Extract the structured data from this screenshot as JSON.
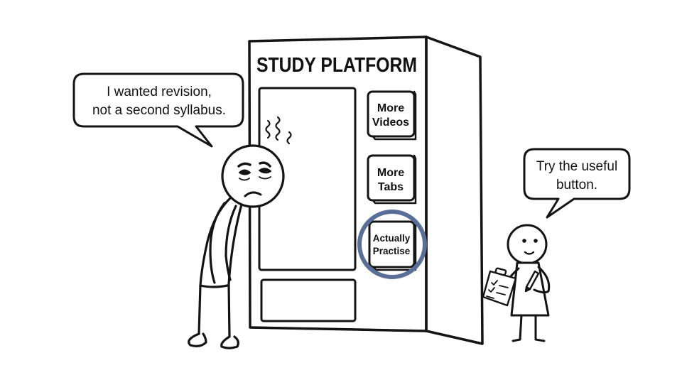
{
  "vending_machine": {
    "title": "STUDY PLATFORM",
    "buttons": [
      {
        "line1": "More",
        "line2": "Videos"
      },
      {
        "line1": "More",
        "line2": "Tabs"
      },
      {
        "line1": "Actually",
        "line2": "Practise"
      }
    ],
    "highlighted_button_index": 2,
    "highlight_color": "#5a6f97"
  },
  "speech_left": {
    "line1": "I wanted revision,",
    "line2": "not a second syllabus."
  },
  "speech_right": {
    "line1": "Try the useful",
    "line2": "button."
  },
  "icons": {
    "stress": "stress-squiggles-icon",
    "clipboard": "clipboard-icon",
    "pencil": "pencil-icon"
  }
}
